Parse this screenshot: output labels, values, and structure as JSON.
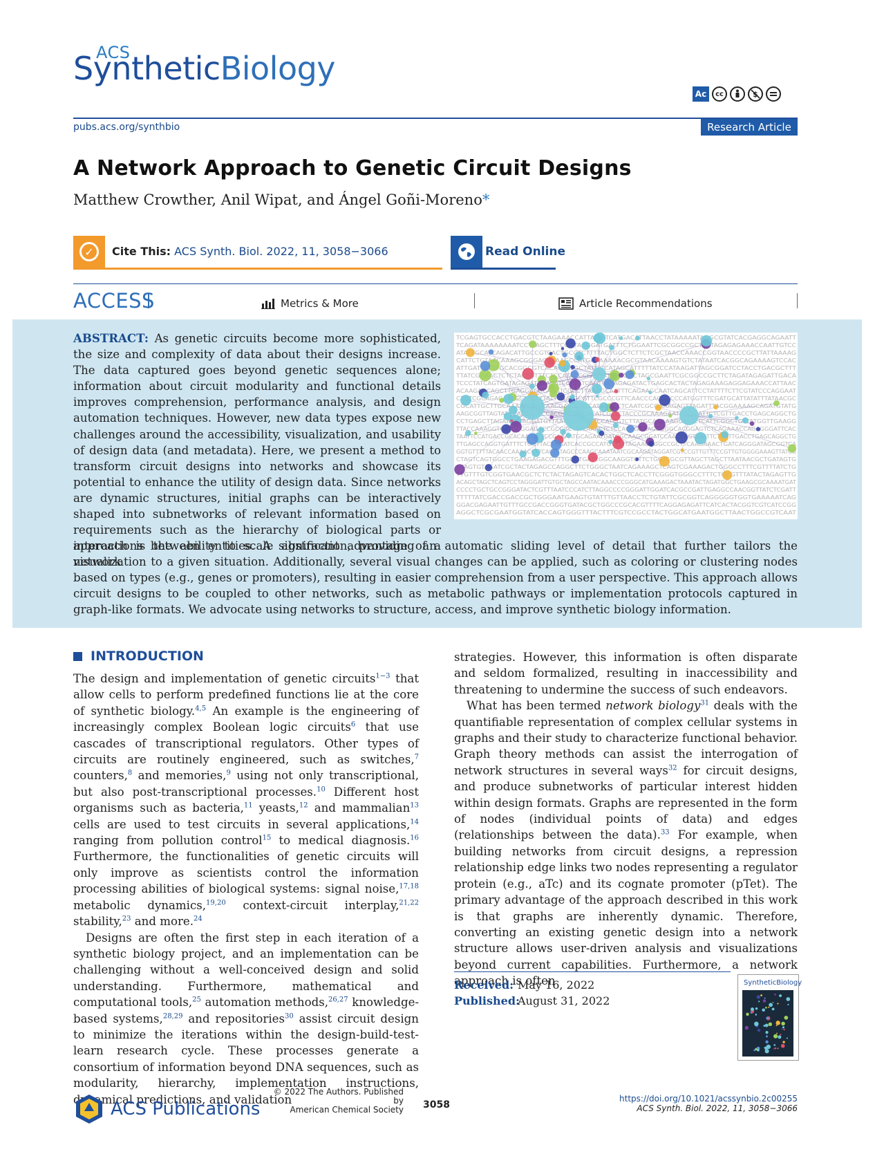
{
  "header": {
    "logo_acs": "ACS",
    "logo_synthetic": "Synthetic",
    "logo_biology": "Biology",
    "license_icons": [
      "ac-icon",
      "cc-icon",
      "by-icon",
      "nc-icon",
      "nd-icon"
    ],
    "license_ac": "Ac",
    "license_cc": "cc",
    "journal_url": "pubs.acs.org/synthbio",
    "article_type": "Research Article"
  },
  "article": {
    "title": "A Network Approach to Genetic Circuit Designs",
    "authors": "Matthew Crowther, Anil Wipat, and Ángel Goñi-Moreno",
    "corresponding_mark": "*"
  },
  "cite": {
    "label": "Cite This:",
    "ref": "ACS Synth. Biol. 2022, 11, 3058−3066",
    "read_online": "Read Online"
  },
  "access": {
    "label": "ACCESS",
    "metrics": "Metrics & More",
    "recommendations": "Article Recommendations"
  },
  "abstract": {
    "label": "ABSTRACT:",
    "left_text": "As genetic circuits become more sophisticated, the size and complexity of data about their designs increase. The data captured goes beyond genetic sequences alone; information about circuit modularity and functional details improves comprehension, performance analysis, and design automation techniques. However, new data types expose new challenges around the accessibility, visualization, and usability of design data (and metadata). Here, we present a method to transform circuit designs into networks and showcase its potential to enhance the utility of design data. Since networks are dynamic structures, initial graphs can be interactively shaped into subnetworks of relevant information based on requirements such as the hierarchy of biological parts or interactions between entities. A significant advantage of a network",
    "full_text": "approach is the ability to scale abstraction, providing an automatic sliding level of detail that further tailors the visualization to a given situation. Additionally, several visual changes can be applied, such as coloring or clustering nodes based on types (e.g., genes or promoters), resulting in easier comprehension from a user perspective. This approach allows circuit designs to be coupled to other networks, such as metabolic pathways or implementation protocols captured in graph-like formats. We advocate using networks to structure, access, and improve synthetic biology information.",
    "sequence_lines": [
      "TCGAGTGCCACCTGACGTCTAAGAAACCATTATTATCATGACATTAACCTATAAAAATAGGCGTATCACGAGGCAGAATT",
      "TCAGATAAAAAAAATCCTTAGCTTTCGCTAAGGATGATTTCTGGAATTCGCGGCCGCTTCTAGAGAGAAACCAATTGTCC",
      "ATATTGCATCAGACATTGCCGTCACTGCGTCTTTTACTGGCTCTTCTCGCTAACCAAACCGGTAACCCCGCTTATTAAAAG",
      "CATTCTGTAACAAAGCGGGACCAAAGCCATGACAAAAACGCGTAACAAAAGTGTCTATAATCACGGCAGAAAAGTCCAC",
      "ATTGATTATTTGCACGGCGTCACACTTTGCTATGCCATAGCATTTTTATCCATAAGATTAGCGGATCCTACCTGACGCTTT",
      "TTATCGCAACTCTCTACTGTTTCTCCATACCCGTTTTTTTGGGCTAGCGAATTCGCGGCCGCTTCTAGATAGAGATTGACA",
      "TCCCTATCAGTGATAGAGATTGACATCCCTATCAGTGATAGAGATACTGAGCACTACTAGAGAAAGAGGAGAAACCATTAAC",
      "ACAAGAGCAGCTTGAGGACGCACGTCGCCTTAAAGCAATTTCAGAAGCAATCAGCATTCCTATTTTCTTCGTATCCCAGGAAT",
      "CTGTCGCAGACAATGCTCAATTATTCGATGCGTTCGCCCGTTCAACCCACGCCCCATGGTTTCGATGCATTATATTTATAACGC",
      "CGCATTGCTTGCAAAAAGCCCAACGACGCATCATAAGCCTCAATCGCGAAAGAGTTAGATTTACGGAAAAGCAGATGTATG",
      "AAGCGGTTAGTATGCAGTAGCCCACGCGTCTCGCATCGTTCTACCCGCAAAGAATTGTTAATTCTCGTTGACCTGAGCAGGCTG",
      "CCTGAGCTTAGAACCTAGGATGTTAATTGTTAATTCCATCGTCTTATGCAGAAAGCATTCTCATTCGGCTGTTATGGTTGAAGG",
      "TTACCAAAGGTGATGCGGAGACCGCCGCTATCAAACTCTCCAGAGAAAGCGGGCACGGAGTCTCAGAAACCAGAGGGATTCAC",
      "TAATTCCATGACCGCACAAGACTCCGAAAATGCAGAATGATGGCAAGCGGATCCAACGAGTTAATTCTCGTTGACCTGAGCAGGCTG",
      "TTGAGCCAGGTGATTTCTGCTTACTGGATCACCGCCATGTTTTTAGAAGCGGCCGCTTCAAGAAACTGATCAGGGATAGCGGTCA",
      "GGTGTTTTTACAACCAAAACCTTCACTTTAGCCCAAGCAAATAATCGCAAGATAGGATCGTCCGTTGTTTCCGTTGTGGGGAAAGTTATCG",
      "CTAGTCAGTGGCCTGAAGAGACGTTTGGCTGATCGGCAAGGTGTTCTGGTCGCGTTAGCTTAGCTTAATAACGCTGATAGTG",
      "CTAGTGTAGATCGCTACTAGAGCCAGGCTTCTGGGCTAATCAGAAAGCTCAGTCGAAAGACTGGGCCTTTCGTTTTATCTG",
      "TTGTTTGTCGGTGAACGCTCTCTACTAGAGTCACACTGGCTCACCTTCGGGTGGGCCTTTCTGCGTTTATACTAGAGTTG",
      "ACAGCTAGCTCAGTCCTAGGGATTGTGCTAGCCAATACAAACCCGGGCATGAAAGACTAAATACTAGATGGCTGAAGCGCAAAATGAT",
      "CCCCTGCTGCCGGGATACTCGTTTAATCCCATCTTAGGCCCCGGGATTGGATCACGCCGATTGAGGCCAACGGTTATCTCGATT",
      "TTTTTATCGACCGACCGCTGGGAATGAAGTGTATTTGTTAACCTCTGTATTCGCGGTCAGGGGGTGGTGAAAAATCAG",
      "GGACGAGAATTGTTTGCCGACCGGGTGATACGCTGGCCCGCACGTTTTCAGGAGAGATTCATCACTACGGTCGTCATCCGG",
      "AGGCTCGCGAATGGTATCACCAGTGGGTTTACTTTCGTCCGCCTACTGGCATGAATGGCTTAACTGGCCGTCAAT"
    ]
  },
  "introduction": {
    "heading": "INTRODUCTION",
    "p1": [
      {
        "t": "The design and implementation of genetic circuits"
      },
      {
        "s": "1−3"
      },
      {
        "t": " that allow cells to perform predefined functions lie at the core of synthetic biology."
      },
      {
        "s": "4,5"
      },
      {
        "t": " An example is the engineering of increasingly complex Boolean logic circuits"
      },
      {
        "s": "6"
      },
      {
        "t": " that use cascades of transcriptional regulators. Other types of circuits are routinely engineered, such as switches,"
      },
      {
        "s": "7"
      },
      {
        "t": " counters,"
      },
      {
        "s": "8"
      },
      {
        "t": " and memories,"
      },
      {
        "s": "9"
      },
      {
        "t": " using not only transcriptional, but also post-transcriptional processes."
      },
      {
        "s": "10"
      },
      {
        "t": " Different host organisms such as bacteria,"
      },
      {
        "s": "11"
      },
      {
        "t": " yeasts,"
      },
      {
        "s": "12"
      },
      {
        "t": " and mammalian"
      },
      {
        "s": "13"
      },
      {
        "t": " cells are used to test circuits in several applications,"
      },
      {
        "s": "14"
      },
      {
        "t": " ranging from pollution control"
      },
      {
        "s": "15"
      },
      {
        "t": " to medical diagnosis."
      },
      {
        "s": "16"
      },
      {
        "t": " Furthermore, the functionalities of genetic circuits will only improve as scientists control the information processing abilities of biological systems: signal noise,"
      },
      {
        "s": "17,18"
      },
      {
        "t": " metabolic dynamics,"
      },
      {
        "s": "19,20"
      },
      {
        "t": " context-circuit interplay,"
      },
      {
        "s": "21,22"
      },
      {
        "t": " stability,"
      },
      {
        "s": "23"
      },
      {
        "t": " and more."
      },
      {
        "s": "24"
      }
    ],
    "p2": [
      {
        "t": "Designs are often the first step in each iteration of a synthetic biology project, and an implementation can be challenging without a well-conceived design and solid understanding. Furthermore, mathematical and computational tools,"
      },
      {
        "s": "25"
      },
      {
        "t": " automation methods,"
      },
      {
        "s": "26,27"
      },
      {
        "t": " knowledge-based systems,"
      },
      {
        "s": "28,29"
      },
      {
        "t": " and repositories"
      },
      {
        "s": "30"
      },
      {
        "t": " assist circuit design to minimize the iterations within the design-build-test-learn research cycle. These processes generate a consortium of information beyond DNA sequences, such as modularity, hierarchy, implementation instructions, dynamical predictions, and validation"
      }
    ],
    "p3": [
      {
        "t": "strategies. However, this information is often disparate and seldom formalized, resulting in inaccessibility and threatening to undermine the success of such endeavors."
      }
    ],
    "p4": [
      {
        "t": "What has been termed "
      },
      {
        "i": "network biology"
      },
      {
        "s": "31"
      },
      {
        "t": " deals with the quantifiable representation of complex cellular systems in graphs and their study to characterize functional behavior. Graph theory methods can assist the interrogation of network structures in several ways"
      },
      {
        "s": "32"
      },
      {
        "t": " for circuit designs, and produce subnetworks of particular interest hidden within design formats. Graphs are represented in the form of nodes (individual points of data) and edges (relationships between the data)."
      },
      {
        "s": "33"
      },
      {
        "t": " For example, when building networks from circuit designs, a repression relationship edge links two nodes representing a regulator protein (e.g., aTc) and its cognate promoter (pTet). The primary advantage of the approach described in this work is that graphs are inherently dynamic. Therefore, converting an existing genetic design into a network structure allows user-driven analysis and visualizations beyond current capabilities. Furthermore, a network approach is often"
      }
    ]
  },
  "dates": {
    "received_label": "Received:",
    "received": "May 16, 2022",
    "published_label": "Published:",
    "published": "August 31, 2022"
  },
  "cover": {
    "title": "SyntheticBiology"
  },
  "footer": {
    "publisher": "ACS Publications",
    "copyright_line1": "© 2022 The Authors. Published by",
    "copyright_line2": "American Chemical Society",
    "page_number": "3058",
    "doi": "https://doi.org/10.1021/acssynbio.2c00255",
    "citation": "ACS Synth. Biol. 2022, 11, 3058−3066"
  },
  "colors": {
    "brand_blue": "#1f4e9a",
    "accent_orange": "#f39a2c",
    "abstract_bg": "#cfe6f1"
  }
}
